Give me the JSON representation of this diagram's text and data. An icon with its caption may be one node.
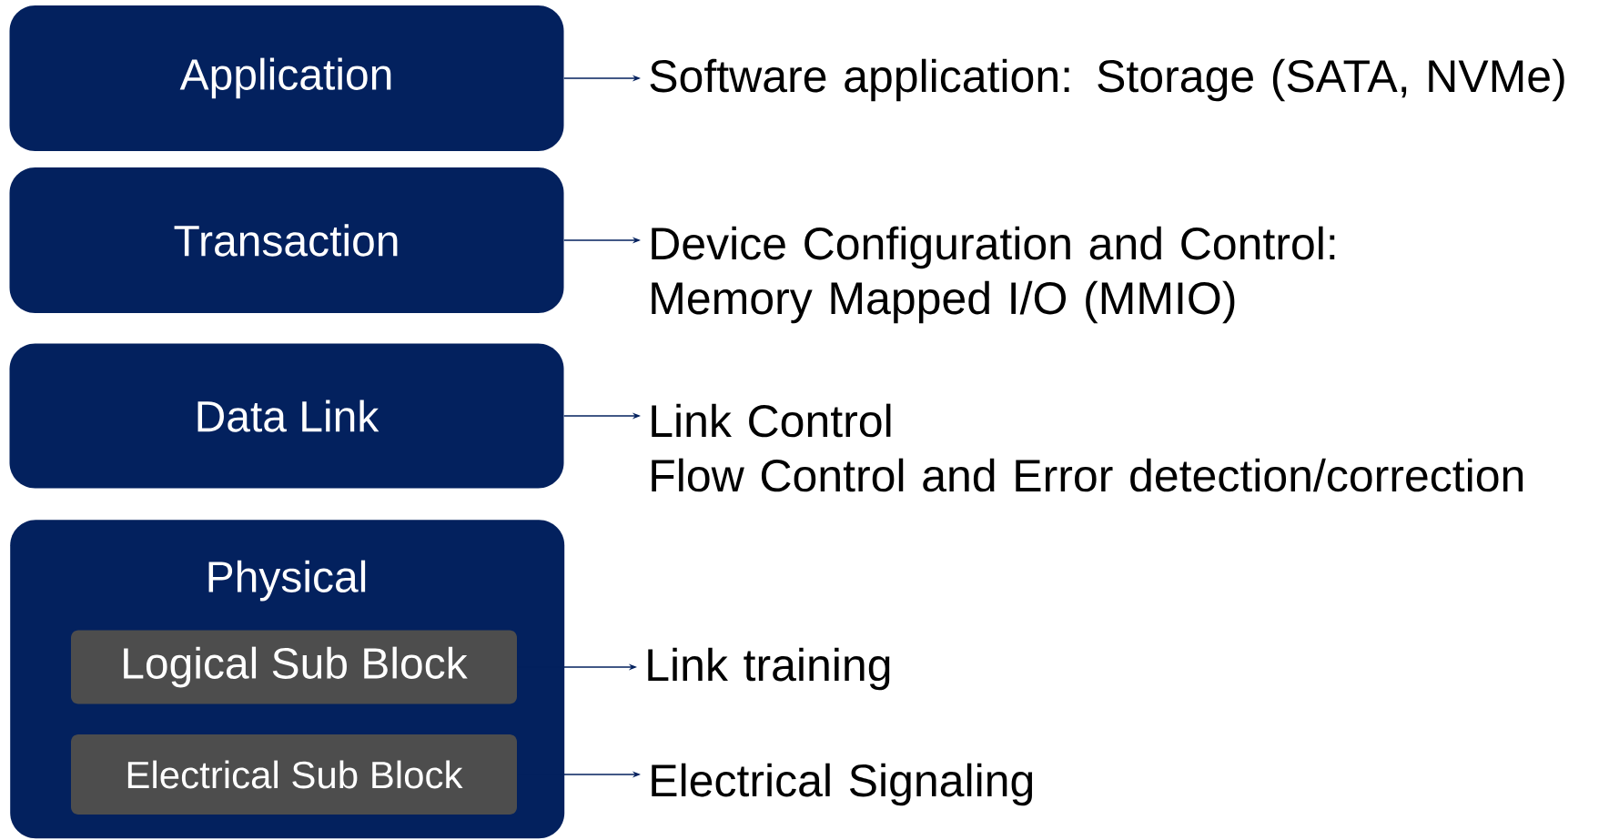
{
  "diagram": {
    "nodes": [
      {
        "text": [
          "Application"
        ]
      },
      {
        "text": [
          "Software application: Storage (SATA, NVMe)"
        ]
      },
      {
        "text": [
          "Transaction"
        ]
      },
      {
        "text": [
          "Device Configuration and Control: Memory Mapped I/O (MMIO)"
        ]
      },
      {
        "text": [
          "Data Link"
        ]
      },
      {
        "text": [
          "Link Control",
          "Flow Control and Error detection/correction"
        ]
      },
      {
        "text": [
          "Physical"
        ]
      },
      {
        "text": [
          "Logical Sub Block"
        ],
        "in": 6
      },
      {
        "text": [
          "Link training"
        ]
      },
      {
        "text": [
          "Electrical Sub Block"
        ],
        "in": 6
      },
      {
        "text": [
          "Electrical Signaling"
        ]
      }
    ],
    "edges": [
      {
        "from": 0,
        "to": 1,
        "arrow": "to"
      },
      {
        "from": 2,
        "to": 3,
        "arrow": "to"
      },
      {
        "from": 4,
        "to": 5,
        "arrow": "to"
      },
      {
        "from": 7,
        "to": 8,
        "arrow": "to"
      },
      {
        "from": 9,
        "to": 10,
        "arrow": "to"
      }
    ]
  }
}
